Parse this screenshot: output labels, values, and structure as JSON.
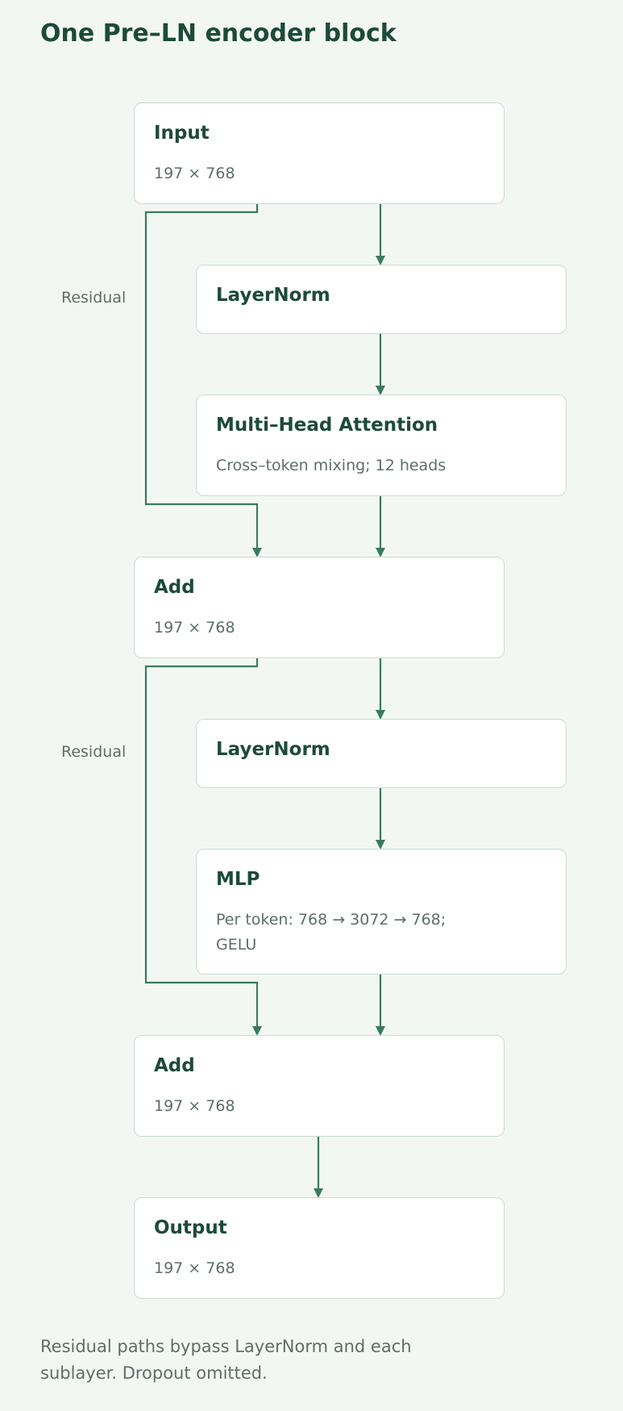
{
  "title": "One Pre–LN encoder block",
  "colors": {
    "accent": "#3a7a63",
    "box_border": "#c9dcd2",
    "background": "#f3f7f4",
    "title": "#1d4a3b"
  },
  "nodes": {
    "input": {
      "title": "Input",
      "sub": "197 × 768"
    },
    "ln1": {
      "title": "LayerNorm"
    },
    "mha": {
      "title": "Multi–Head Attention",
      "sub": "Cross–token mixing; 12 heads"
    },
    "add1": {
      "title": "Add",
      "sub": "197 × 768"
    },
    "ln2": {
      "title": "LayerNorm"
    },
    "mlp": {
      "title": "MLP",
      "sub": "Per token: 768 → 3072 → 768; GELU"
    },
    "add2": {
      "title": "Add",
      "sub": "197 × 768"
    },
    "output": {
      "title": "Output",
      "sub": "197 × 768"
    }
  },
  "residual_label": "Residual",
  "footnote": "Residual paths bypass LayerNorm and each sublayer. Dropout omitted."
}
